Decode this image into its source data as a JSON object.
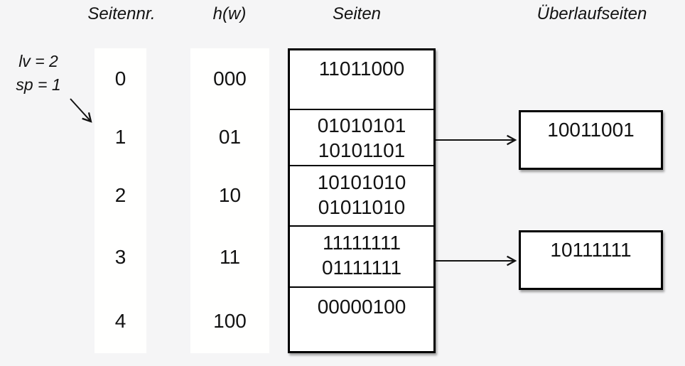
{
  "title": "Lineares Hashing Diagramm",
  "colors": {
    "background": "#f5f5f6",
    "box_background": "#ffffff",
    "border": "#000000",
    "text": "#121212"
  },
  "headers": {
    "page_number": "Seitennr.",
    "hash_function": "h(w)",
    "pages": "Seiten",
    "overflow_pages": "Überlaufseiten"
  },
  "annotation": {
    "line1": "lv = 2",
    "line2": "sp = 1",
    "pointer_icon": "diagonal-arrow pointing to page 1"
  },
  "page_numbers": [
    "0",
    "1",
    "2",
    "3",
    "4"
  ],
  "hash_values": [
    "000",
    "01",
    "10",
    "11",
    "100"
  ],
  "pages": [
    {
      "entries": [
        "11011000"
      ]
    },
    {
      "entries": [
        "01010101",
        "10101101"
      ]
    },
    {
      "entries": [
        "10101010",
        "01011010"
      ]
    },
    {
      "entries": [
        "11111111",
        "01111111"
      ]
    },
    {
      "entries": [
        "00000100"
      ]
    }
  ],
  "overflow_pages": [
    {
      "value": "10011001"
    },
    {
      "value": "10111111"
    }
  ],
  "connections": [
    {
      "from": "page-row-1",
      "to": "overflow-page-0"
    },
    {
      "from": "page-row-3",
      "to": "overflow-page-1"
    }
  ]
}
